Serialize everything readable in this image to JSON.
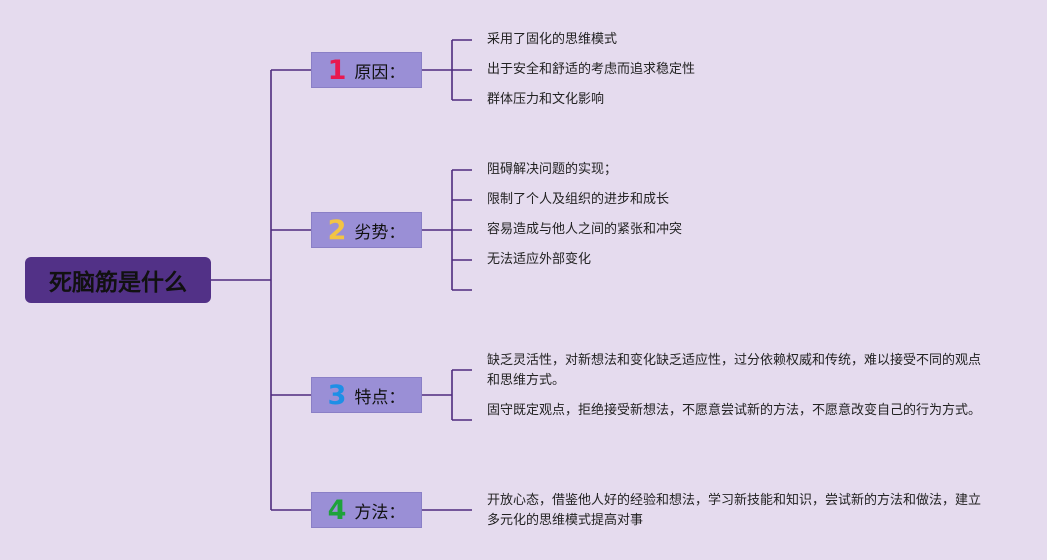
{
  "root": {
    "label": "死脑筋是什么"
  },
  "branches": [
    {
      "number": "1",
      "color": "#e8194f",
      "label": "原因：",
      "items": [
        "采用了固化的思维模式",
        "出于安全和舒适的考虑而追求稳定性",
        "群体压力和文化影响"
      ]
    },
    {
      "number": "2",
      "color": "#f3c443",
      "label": "劣势：",
      "items": [
        "阻碍解决问题的实现；",
        "限制了个人及组织的进步和成长",
        "容易造成与他人之间的紧张和冲突",
        "无法适应外部变化",
        ""
      ]
    },
    {
      "number": "3",
      "color": "#1e8fe6",
      "label": "特点：",
      "items": [
        "缺乏灵活性，对新想法和变化缺乏适应性，过分依赖权威和传统，难以接受不同的观点和思维方式。",
        "固守既定观点，拒绝接受新想法，不愿意尝试新的方法，不愿意改变自己的行为方式。"
      ]
    },
    {
      "number": "4",
      "color": "#1ea23a",
      "label": "方法：",
      "items": [
        "开放心态，借鉴他人好的经验和想法，学习新技能和知识，尝试新的方法和做法，建立多元化的思维模式提高对事"
      ]
    }
  ]
}
